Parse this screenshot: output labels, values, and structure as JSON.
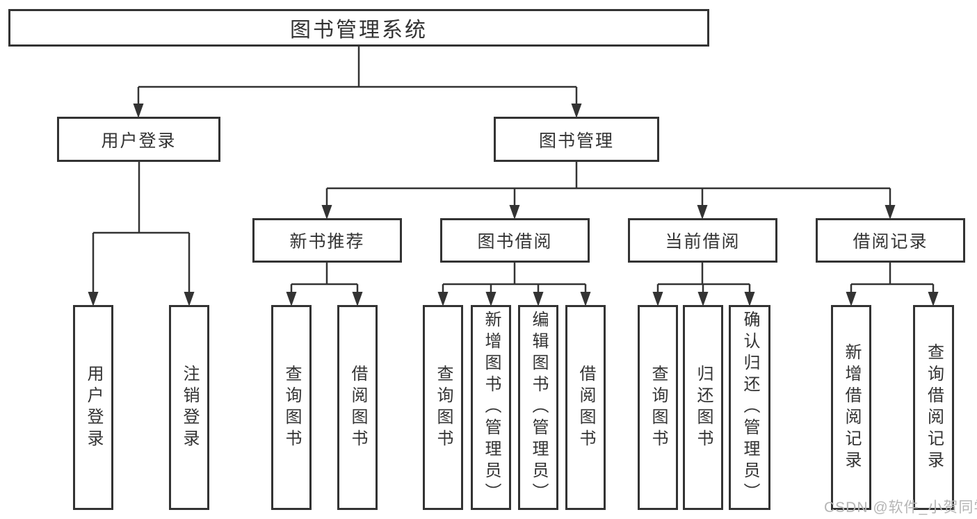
{
  "diagram": {
    "type": "hierarchy-tree",
    "nodes": {
      "root": "图书管理系统",
      "level2": [
        "用户登录",
        "图书管理"
      ],
      "level3": [
        "新书推荐",
        "图书借阅",
        "当前借阅",
        "借阅记录"
      ],
      "user_login_children": [
        "用户登录",
        "注销登录"
      ],
      "new_book_children": [
        "查询图书",
        "借阅图书"
      ],
      "book_borrow_children": [
        "查询图书",
        "新增图书（管理员）",
        "编辑图书（管理员）",
        "借阅图书"
      ],
      "current_borrow_children": [
        "查询图书",
        "归还图书",
        "确认归还（管理员）"
      ],
      "borrow_record_children": [
        "新增借阅记录",
        "查询借阅记录"
      ]
    },
    "edges": [
      [
        "图书管理系统",
        "用户登录"
      ],
      [
        "图书管理系统",
        "图书管理"
      ],
      [
        "用户登录",
        "用户登录"
      ],
      [
        "用户登录",
        "注销登录"
      ],
      [
        "图书管理",
        "新书推荐"
      ],
      [
        "图书管理",
        "图书借阅"
      ],
      [
        "图书管理",
        "当前借阅"
      ],
      [
        "图书管理",
        "借阅记录"
      ],
      [
        "新书推荐",
        "查询图书"
      ],
      [
        "新书推荐",
        "借阅图书"
      ],
      [
        "图书借阅",
        "查询图书"
      ],
      [
        "图书借阅",
        "新增图书（管理员）"
      ],
      [
        "图书借阅",
        "编辑图书（管理员）"
      ],
      [
        "图书借阅",
        "借阅图书"
      ],
      [
        "当前借阅",
        "查询图书"
      ],
      [
        "当前借阅",
        "归还图书"
      ],
      [
        "当前借阅",
        "确认归还（管理员）"
      ],
      [
        "借阅记录",
        "新增借阅记录"
      ],
      [
        "借阅记录",
        "查询借阅记录"
      ]
    ],
    "colors": {
      "line": "#333333",
      "box_border": "#333333",
      "box_fill": "#ffffff",
      "text": "#333333",
      "background": "#ffffff",
      "watermark": "#b5b5b5"
    }
  },
  "watermark": {
    "text": "CSDN @软件_小贺同学"
  }
}
